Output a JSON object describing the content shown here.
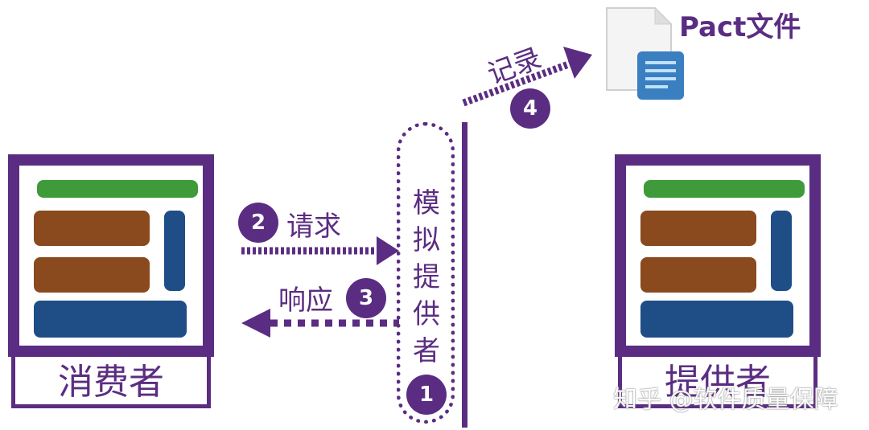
{
  "consumer": {
    "label": "消费者"
  },
  "provider": {
    "label": "提供者"
  },
  "mock_provider": {
    "label_chars": [
      "模",
      "拟",
      "提",
      "供",
      "者"
    ]
  },
  "steps": {
    "step1": {
      "number": "1"
    },
    "step2": {
      "number": "2",
      "label": "请求"
    },
    "step3": {
      "number": "3",
      "label": "响应"
    },
    "step4": {
      "number": "4",
      "label": "记录"
    }
  },
  "pact_file": {
    "label": "Pact文件",
    "icon": "document-icon"
  },
  "watermark": {
    "text": "知乎 @软件质量保障"
  },
  "colors": {
    "purple": "#5b2d82",
    "green": "#3f9a3a",
    "brown": "#8a4a1e",
    "blue": "#1f4e86",
    "doc_blue": "#3a7fc0"
  }
}
